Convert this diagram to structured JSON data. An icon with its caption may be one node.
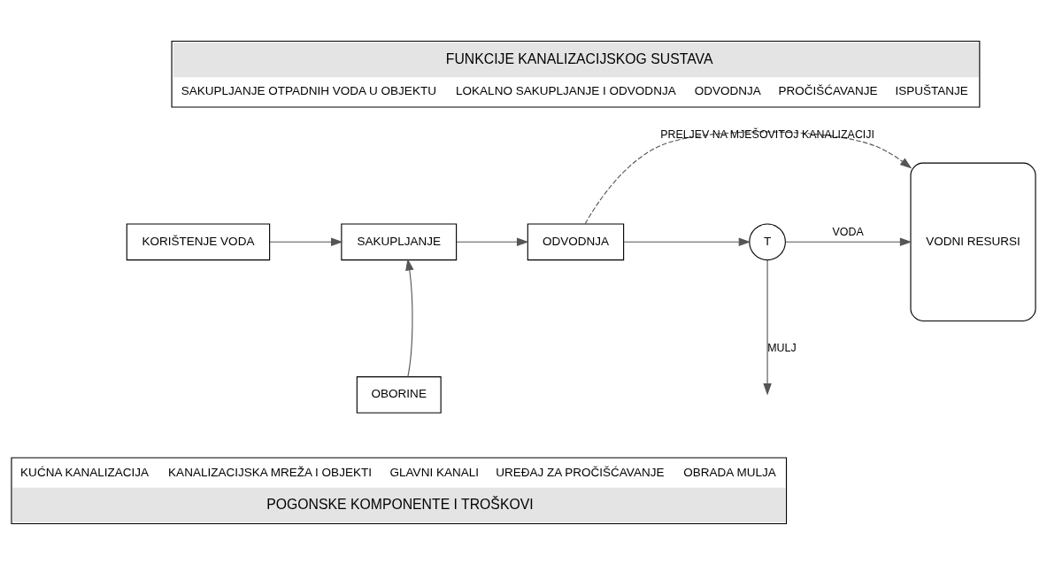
{
  "diagram": {
    "nodes": [
      {
        "text": [
          "FUNKCIJE KANALIZACIJSKOG SUSTAVA",
          "SAKUPLJANJE OTPADNIH VODA U OBJEKTU",
          "LOKALNO SAKUPLJANJE I ODVODNJA",
          "ODVODNJA",
          "PROČIŠĆAVANJE",
          "ISPUŠTANJE"
        ]
      },
      {
        "text": [
          "KORIŠTENJE VODA"
        ]
      },
      {
        "text": [
          "SAKUPLJANJE"
        ]
      },
      {
        "text": [
          "ODVODNJA"
        ]
      },
      {
        "text": [
          "T"
        ]
      },
      {
        "text": [
          "VODNI RESURSI"
        ]
      },
      {
        "text": [
          "OBORINE"
        ]
      },
      {
        "text": [
          "KUĆNA KANALIZACIJA",
          "KANALIZACIJSKA MREŽA I OBJEKTI",
          "GLAVNI KANALI",
          "UREĐAJ ZA PROČIŠĆAVANJE",
          "OBRADA MULJA",
          "POGONSKE KOMPONENTE I TROŠKOVI"
        ]
      }
    ],
    "edges": [
      {
        "from": 1,
        "to": 2,
        "arrow": "to"
      },
      {
        "from": 2,
        "to": 3,
        "arrow": "to"
      },
      {
        "from": 3,
        "to": 5,
        "arrow": "to",
        "label": "PRELJEV NA MJEŠOVITOJ KANALIZACIJI",
        "style": "dashed"
      },
      {
        "from": 3,
        "to": 4,
        "arrow": "to"
      },
      {
        "from": 4,
        "to": 5,
        "arrow": "to",
        "label": "VODA"
      },
      {
        "from": 4,
        "to": null,
        "arrow": "to",
        "label": "MULJ"
      },
      {
        "from": 6,
        "to": 2,
        "arrow": "to"
      }
    ]
  }
}
